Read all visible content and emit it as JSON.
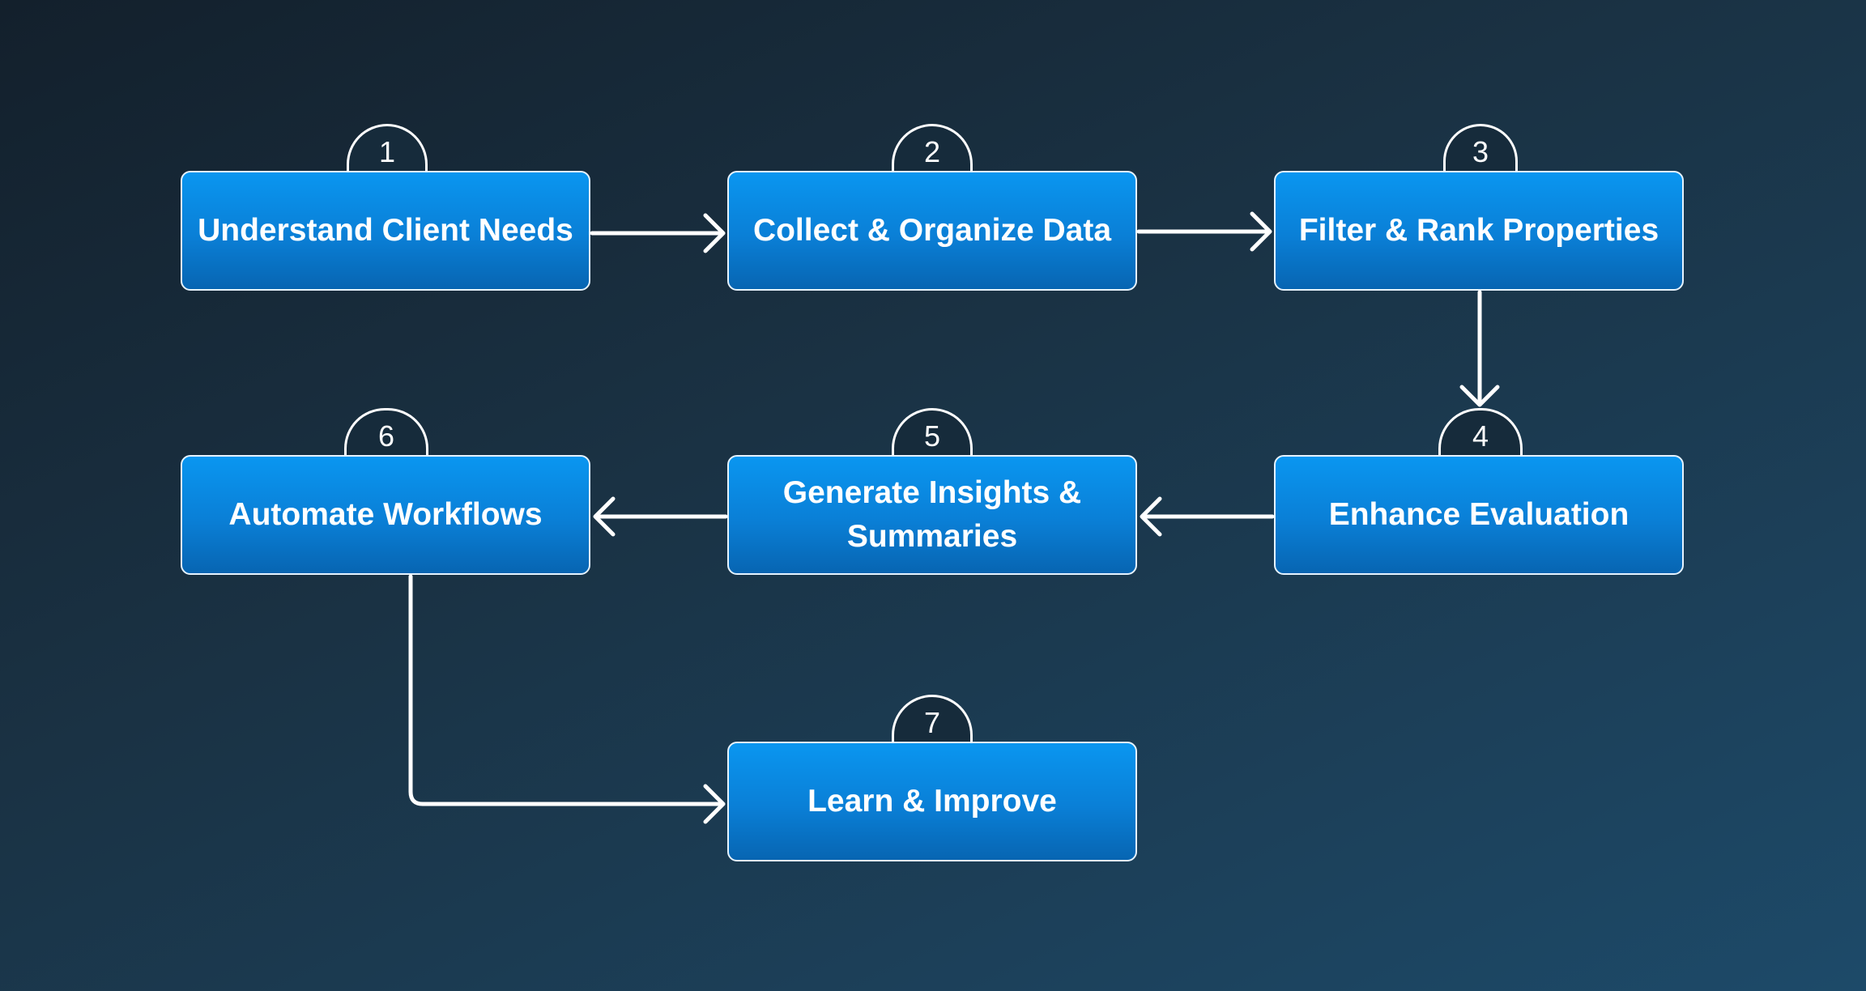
{
  "steps": [
    {
      "number": "1",
      "label": "Understand Client Needs"
    },
    {
      "number": "2",
      "label": "Collect & Organize Data"
    },
    {
      "number": "3",
      "label": "Filter & Rank Properties"
    },
    {
      "number": "4",
      "label": "Enhance Evaluation"
    },
    {
      "number": "5",
      "label": "Generate Insights & Summaries"
    },
    {
      "number": "6",
      "label": "Automate Workflows"
    },
    {
      "number": "7",
      "label": "Learn & Improve"
    }
  ],
  "colors": {
    "box_fill_top": "#0a96f0",
    "box_fill_bottom": "#0765b2",
    "outline": "#ffffff",
    "background_dark": "#13202c",
    "background_light": "#1d4a69"
  }
}
